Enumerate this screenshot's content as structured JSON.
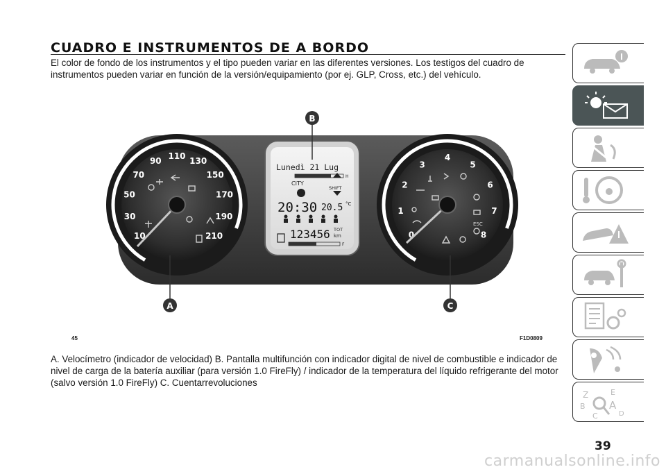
{
  "header": {
    "title": "CUADRO E INSTRUMENTOS DE A BORDO"
  },
  "intro": "El color de fondo de los instrumentos y el tipo pueden variar en las diferentes versiones. Los testigos del cuadro de instrumentos pueden variar en función de la versión/equipamiento (por ej. GLP, Cross, etc.) del vehículo.",
  "figure": {
    "number": "45",
    "code": "F1D0809",
    "callouts": {
      "a": "A",
      "b": "B",
      "c": "C"
    },
    "speedometer": {
      "scale": [
        "10",
        "30",
        "50",
        "70",
        "90",
        "110",
        "130",
        "150",
        "170",
        "190",
        "210"
      ]
    },
    "tachometer": {
      "scale": [
        "0",
        "1",
        "2",
        "3",
        "4",
        "5",
        "6",
        "7",
        "8"
      ],
      "esc_label": "ESC"
    },
    "display": {
      "day": "Lunedì 21 Lug",
      "mode": "CITY",
      "shift": "SHIFT",
      "time": "20:30",
      "temperature": "20.5",
      "temp_unit": "°C",
      "odometer": "123456",
      "odo_label": "TOT",
      "odo_unit": "km",
      "fuel_high": "H",
      "fuel_low": "F"
    }
  },
  "caption": "A. Velocímetro (indicador de velocidad) B. Pantalla multifunción con indicador digital de nivel de combustible e indicador de nivel de carga de la batería auxiliar (para versión 1.0 FireFly) / indicador de la temperatura del líquido refrigerante del motor (salvo versión 1.0 FireFly) C. Cuentarrevoluciones",
  "page_number": "39",
  "watermark": "carmanualsonline.info",
  "side_tabs": [
    "car-info-icon",
    "warning-lights-icon",
    "safety-icon",
    "driving-icon",
    "emergency-icon",
    "maintenance-icon",
    "technical-data-icon",
    "multimedia-icon",
    "index-icon"
  ],
  "colors": {
    "active_tab": "#4b5556",
    "callout": "#333333",
    "dial": "#2a2a2a"
  }
}
